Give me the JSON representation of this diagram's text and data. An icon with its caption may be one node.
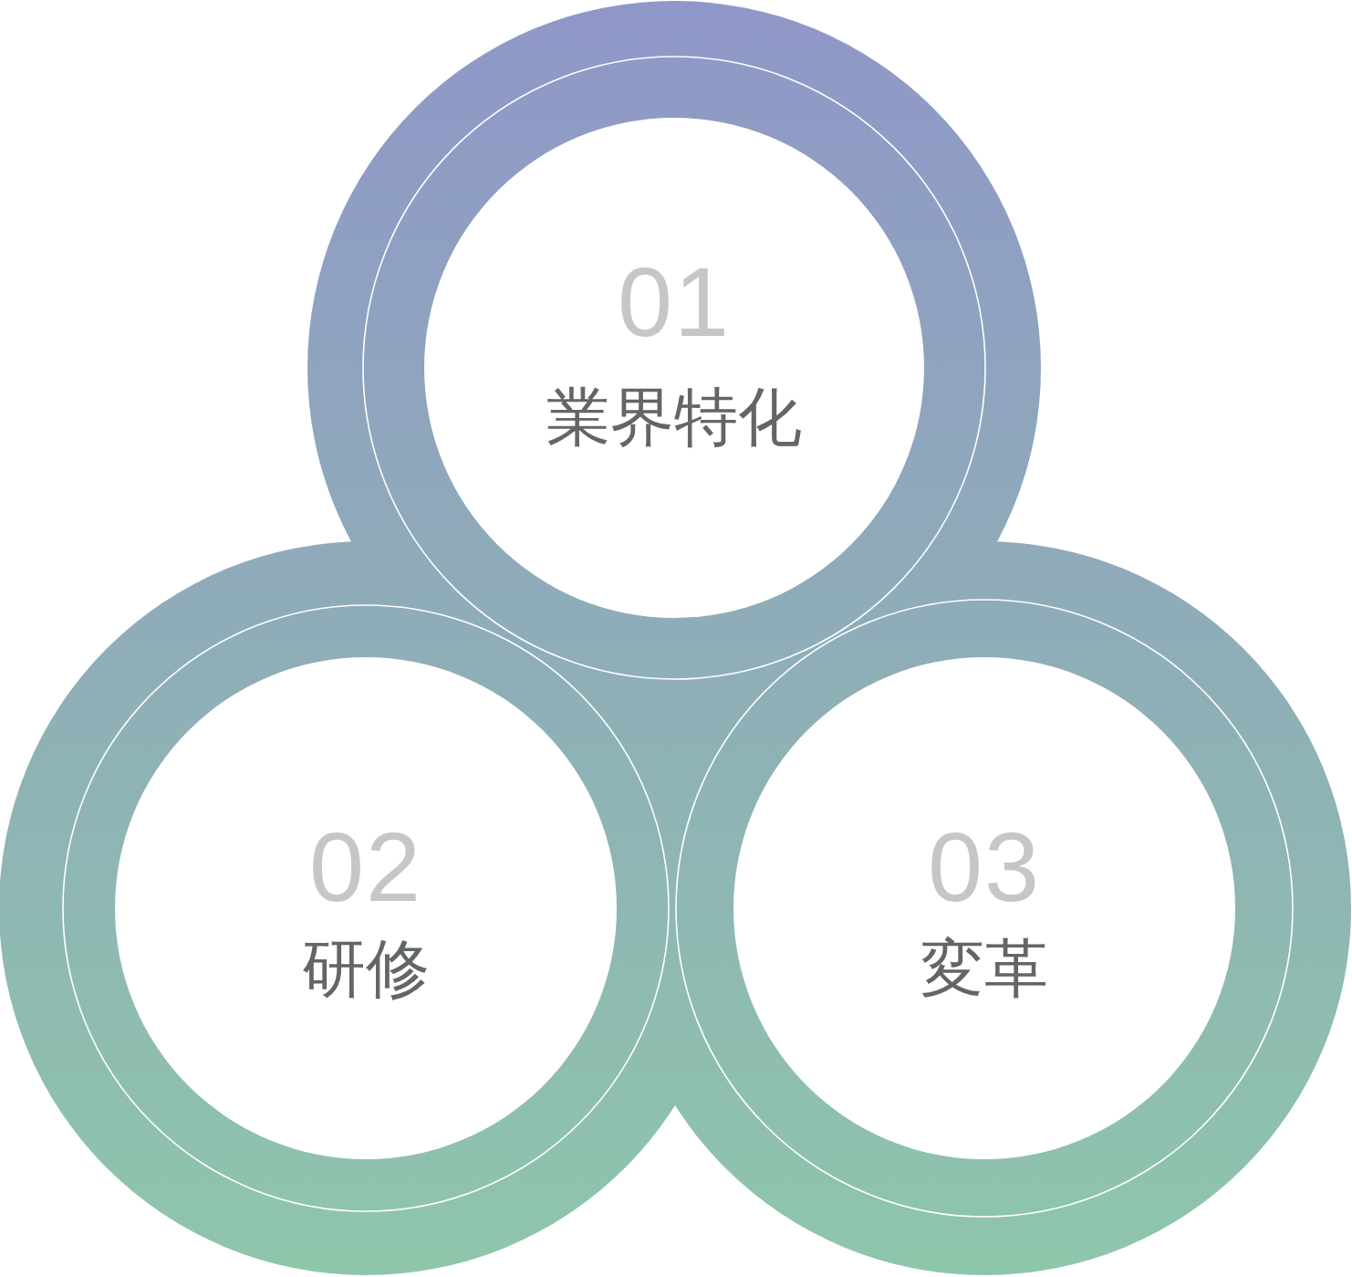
{
  "diagram": {
    "nodes": [
      {
        "text": [
          "01",
          "業界特化"
        ]
      },
      {
        "text": [
          "02",
          "研修"
        ]
      },
      {
        "text": [
          "03",
          "変革"
        ]
      }
    ]
  }
}
